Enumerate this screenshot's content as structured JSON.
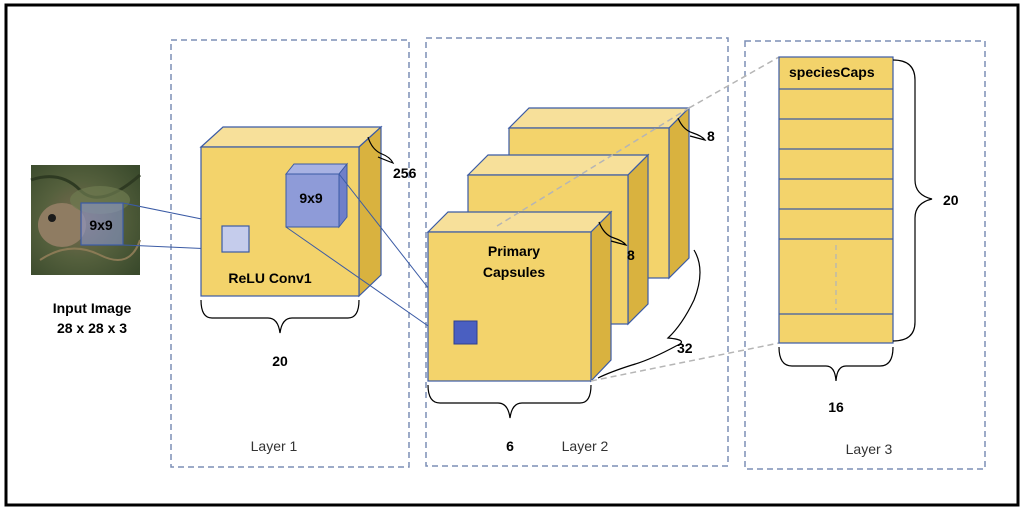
{
  "input": {
    "patch_label": "9x9",
    "title": "Input Image",
    "dims": "28 x 28 x 3"
  },
  "layer1": {
    "name": "Layer 1",
    "block_label": "ReLU Conv1",
    "kernel_label": "9x9",
    "depth_label": "256",
    "width_label": "20"
  },
  "layer2": {
    "name": "Layer 2",
    "block_label_line1": "Primary",
    "block_label_line2": "Capsules",
    "back_depth_label": "8",
    "mid_depth_label": "8",
    "stack_label": "32",
    "width_label": "6"
  },
  "layer3": {
    "name": "Layer 3",
    "header": "speciesCaps",
    "height_label": "20",
    "width_label": "16"
  },
  "colors": {
    "block_front": "#F3D36B",
    "block_top": "#F7E09A",
    "block_side": "#D9B23F",
    "outline": "#3B5BA5",
    "kernel": "#8E9BD8",
    "small_square": "#C5CCEC",
    "dark_square": "#4A5FC1"
  }
}
